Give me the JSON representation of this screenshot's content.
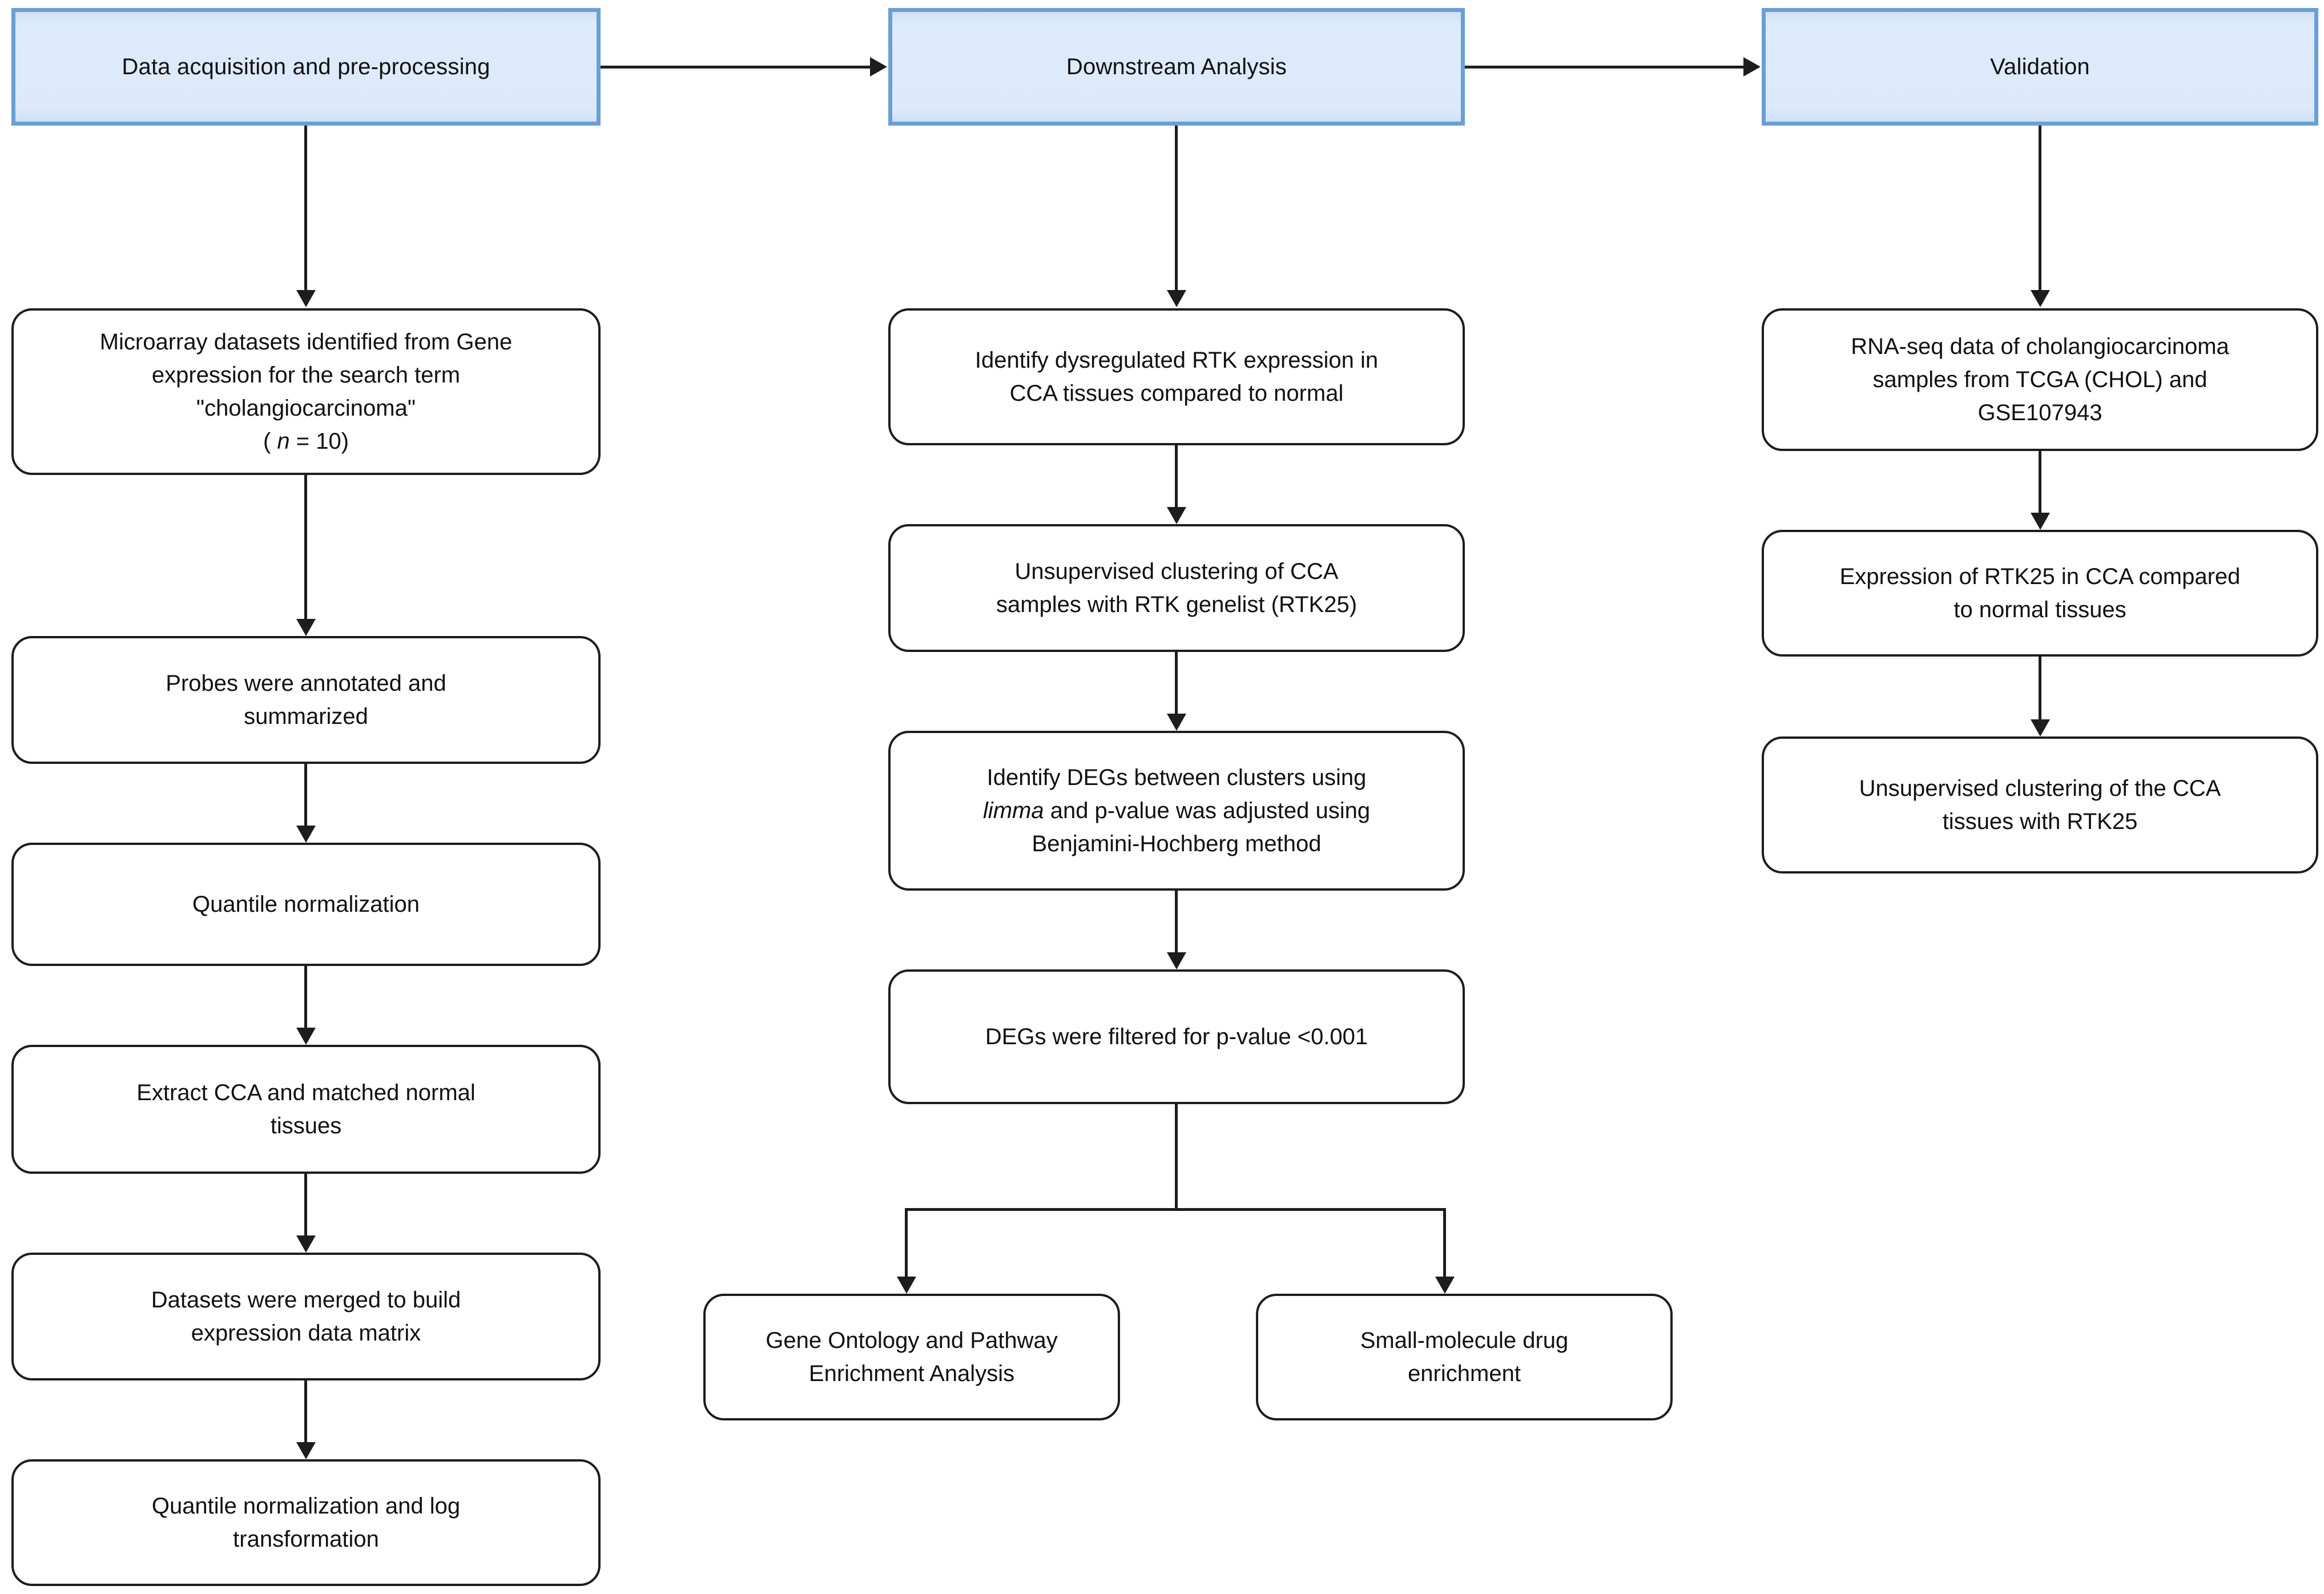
{
  "diagram": {
    "title": "Study workflow flowchart",
    "accent_border_color": "#6a9fd4",
    "accent_fill_color": "#dbe9fb",
    "line_color": "#1d1d1d",
    "box_fill_color": "#ffffff"
  },
  "phases": [
    {
      "id": "phase-data-acquisition",
      "label": "Data acquisition and pre-processing"
    },
    {
      "id": "phase-downstream-analysis",
      "label": "Downstream Analysis"
    },
    {
      "id": "phase-validation",
      "label": "Validation"
    }
  ],
  "columns": {
    "data_acquisition": {
      "steps": [
        {
          "id": "microarray-datasets",
          "lines": [
            "Microarray datasets identified from Gene",
            "expression for the search term",
            "\"cholangiocarcinoma\""
          ],
          "suffix_prefix": "( ",
          "suffix_italic": "n",
          "suffix_rest": " = 10)"
        },
        {
          "id": "probes-annotated",
          "lines": [
            "Probes were annotated and",
            "summarized"
          ]
        },
        {
          "id": "quantile-normalization",
          "lines": [
            "Quantile normalization"
          ]
        },
        {
          "id": "extract-cca-normal",
          "lines": [
            "Extract CCA and matched normal",
            "tissues"
          ]
        },
        {
          "id": "datasets-merged",
          "lines": [
            "Datasets were merged to build",
            "expression data matrix"
          ]
        },
        {
          "id": "quantile-norm-log",
          "lines": [
            "Quantile normalization and log",
            "transformation"
          ]
        }
      ]
    },
    "downstream_analysis": {
      "steps": [
        {
          "id": "identify-dysregulated-rtk",
          "lines": [
            "Identify dysregulated RTK expression in",
            "CCA tissues compared to normal"
          ]
        },
        {
          "id": "unsupervised-clustering-rtk25",
          "lines": [
            "Unsupervised clustering of CCA",
            "samples with RTK genelist (RTK25)"
          ]
        },
        {
          "id": "identify-degs-limma",
          "line1_plain": "Identify DEGs between clusters using",
          "line2_italic": "limma",
          "line2_rest": " and p-value was adjusted using",
          "line3_plain": "Benjamini-Hochberg method"
        },
        {
          "id": "degs-filtered",
          "lines": [
            "DEGs were filtered for p-value <0.001"
          ]
        }
      ],
      "branches": [
        {
          "id": "go-pathway-enrichment",
          "lines": [
            "Gene Ontology and Pathway",
            "Enrichment Analysis"
          ]
        },
        {
          "id": "small-molecule-drug",
          "lines": [
            "Small-molecule drug",
            "enrichment"
          ]
        }
      ]
    },
    "validation": {
      "steps": [
        {
          "id": "rnaseq-tcga-gse",
          "lines": [
            "RNA-seq data of cholangiocarcinoma",
            "samples from TCGA (CHOL) and",
            "GSE107943"
          ]
        },
        {
          "id": "expression-rtk25-cca",
          "lines": [
            "Expression of RTK25 in CCA compared",
            "to normal tissues"
          ]
        },
        {
          "id": "unsupervised-clustering-cca-rtk25",
          "lines": [
            "Unsupervised clustering of the CCA",
            "tissues with RTK25"
          ]
        }
      ]
    }
  }
}
